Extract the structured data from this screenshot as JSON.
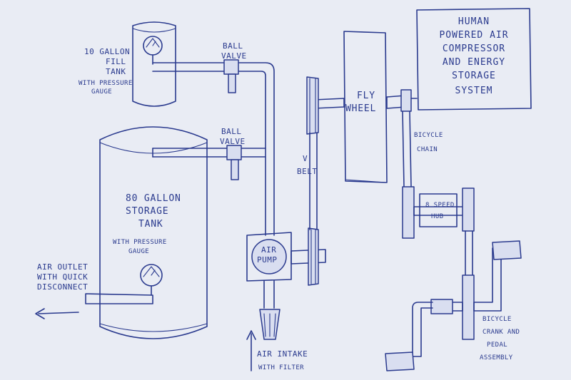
{
  "title": {
    "lines": [
      "HUMAN",
      "POWERED AIR",
      "COMPRESSOR",
      "AND ENERGY",
      "STORAGE",
      "SYSTEM"
    ]
  },
  "fill_tank": {
    "lines": [
      "10 GALLON",
      "FILL",
      "TANK"
    ],
    "sub": [
      "WITH PRESSURE",
      "GAUGE"
    ]
  },
  "storage_tank": {
    "lines": [
      "80 GALLON",
      "STORAGE",
      "TANK"
    ],
    "sub": [
      "WITH PRESSURE",
      "GAUGE"
    ]
  },
  "ball_valve_top": [
    "BALL",
    "VALVE"
  ],
  "ball_valve_mid": [
    "BALL",
    "VALVE"
  ],
  "v_belt": [
    "V",
    "BELT"
  ],
  "flywheel": [
    "FLY",
    "WHEEL"
  ],
  "bicycle_chain": [
    "BICYCLE",
    "CHAIN"
  ],
  "hub": [
    "8 SPEED",
    "HUB"
  ],
  "air_pump": [
    "AIR",
    "PUMP"
  ],
  "air_outlet": [
    "AIR OUTLET",
    "WITH QUICK",
    "DISCONNECT"
  ],
  "air_intake": [
    "AIR INTAKE",
    "WITH FILTER"
  ],
  "crank": [
    "BICYCLE",
    "CRANK AND",
    "PEDAL",
    "ASSEMBLY"
  ],
  "colors": {
    "ink": "#2a3a8e",
    "paper": "#e9ecf4"
  }
}
